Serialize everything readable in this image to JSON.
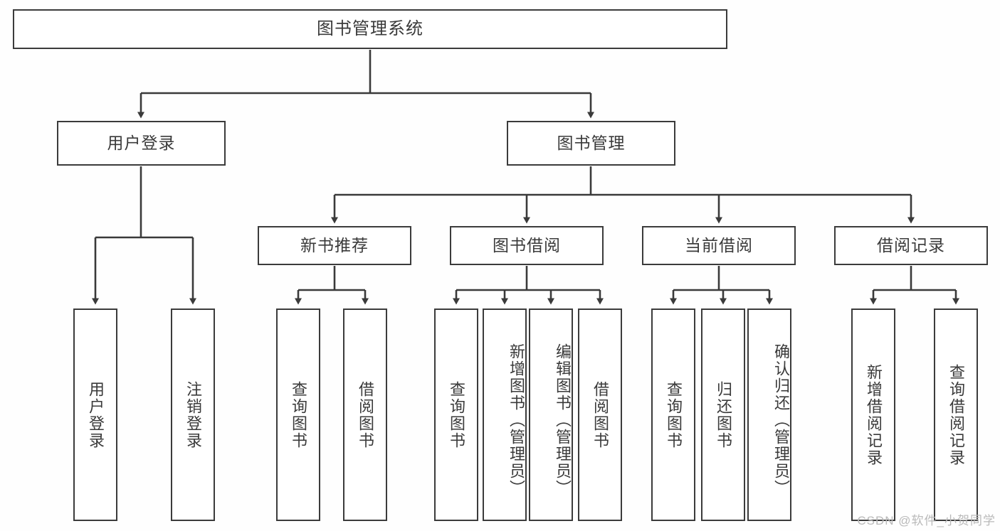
{
  "diagram": {
    "type": "hierarchy-tree",
    "title": "图书管理系统",
    "root": {
      "label": "图书管理系统"
    },
    "level2": [
      {
        "label": "用户登录"
      },
      {
        "label": "图书管理"
      }
    ],
    "level3": [
      {
        "label": "新书推荐"
      },
      {
        "label": "图书借阅"
      },
      {
        "label": "当前借阅"
      },
      {
        "label": "借阅记录"
      }
    ],
    "leaves": {
      "user_login": [
        {
          "label": "用户登录"
        },
        {
          "label": "注销登录"
        }
      ],
      "new_book_recommend": [
        {
          "label": "查询图书"
        },
        {
          "label": "借阅图书"
        }
      ],
      "book_borrow": [
        {
          "label": "查询图书"
        },
        {
          "label": "新增图书（管理员）"
        },
        {
          "label": "编辑图书（管理员）"
        },
        {
          "label": "借阅图书"
        }
      ],
      "current_borrow": [
        {
          "label": "查询图书"
        },
        {
          "label": "归还图书"
        },
        {
          "label": "确认归还（管理员）"
        }
      ],
      "borrow_records": [
        {
          "label": "新增借阅记录"
        },
        {
          "label": "查询借阅记录"
        }
      ]
    }
  },
  "watermark": {
    "text": "CSDN @软件_小贺同学"
  },
  "colors": {
    "background": "#fefefe",
    "box_border": "#3b3b3b",
    "box_fill": "#ffffff",
    "line": "#3a3a3a",
    "text": "#3a3a3a",
    "watermark": "#b9b9b9"
  }
}
